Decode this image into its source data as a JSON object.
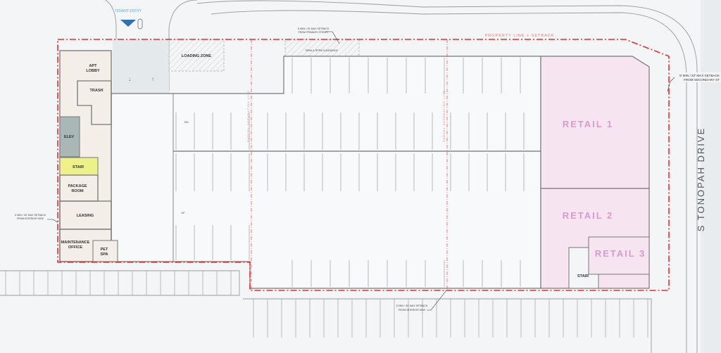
{
  "labels": {
    "tenant_entry": "TENANT ENTRY",
    "loading_zone": "LOADING ZONE",
    "clearance": "RR0A & RPPA CLEARANCE",
    "property_line": "PROPERTY LINE + SETBACK",
    "setback_primary": [
      "5' MIN / 15' MAX SETBACK",
      "FROM PRIMARY STREET"
    ],
    "setback_secondary": [
      "5' MIN / 20' MAX SETBACK",
      "FROM SECONDARY ST"
    ],
    "setback_interior_left": [
      "5' MIN / 30' MAX SETBACK",
      "FROM INTERIOR SIDE"
    ],
    "setback_interior_bottom": [
      "5' MIN / 30' MAX SETBACK",
      "FROM INTERIOR SIDE"
    ],
    "parcel_line": "PARCEL SEPARATION LINE",
    "street": "S TONOPAH DRIVE",
    "ramp_dn": "DN",
    "ramp_up": "UP"
  },
  "rooms": {
    "apt_lobby": [
      "APT",
      "LOBBY"
    ],
    "trash": "TRASH",
    "elev": "ELEV",
    "stair": "STAIR",
    "package_room": [
      "PACKAGE",
      "ROOM"
    ],
    "leasing": "LEASING",
    "maintenance_office": [
      "MAINTENANCE",
      "OFFICE"
    ],
    "pet_spa": [
      "PET",
      "SPA"
    ],
    "retail_1": "RETAIL 1",
    "retail_2": "RETAIL 2",
    "retail_3": "RETAIL 3",
    "retail_stair": "STAIR"
  },
  "colors": {
    "property_line": "#e53030",
    "retail": "#f6e4f1",
    "amenity": "#f3eee7",
    "stair": "#eef08a",
    "elevator": "#a9b7b6",
    "tenant_entry": "#2f6fb5"
  }
}
